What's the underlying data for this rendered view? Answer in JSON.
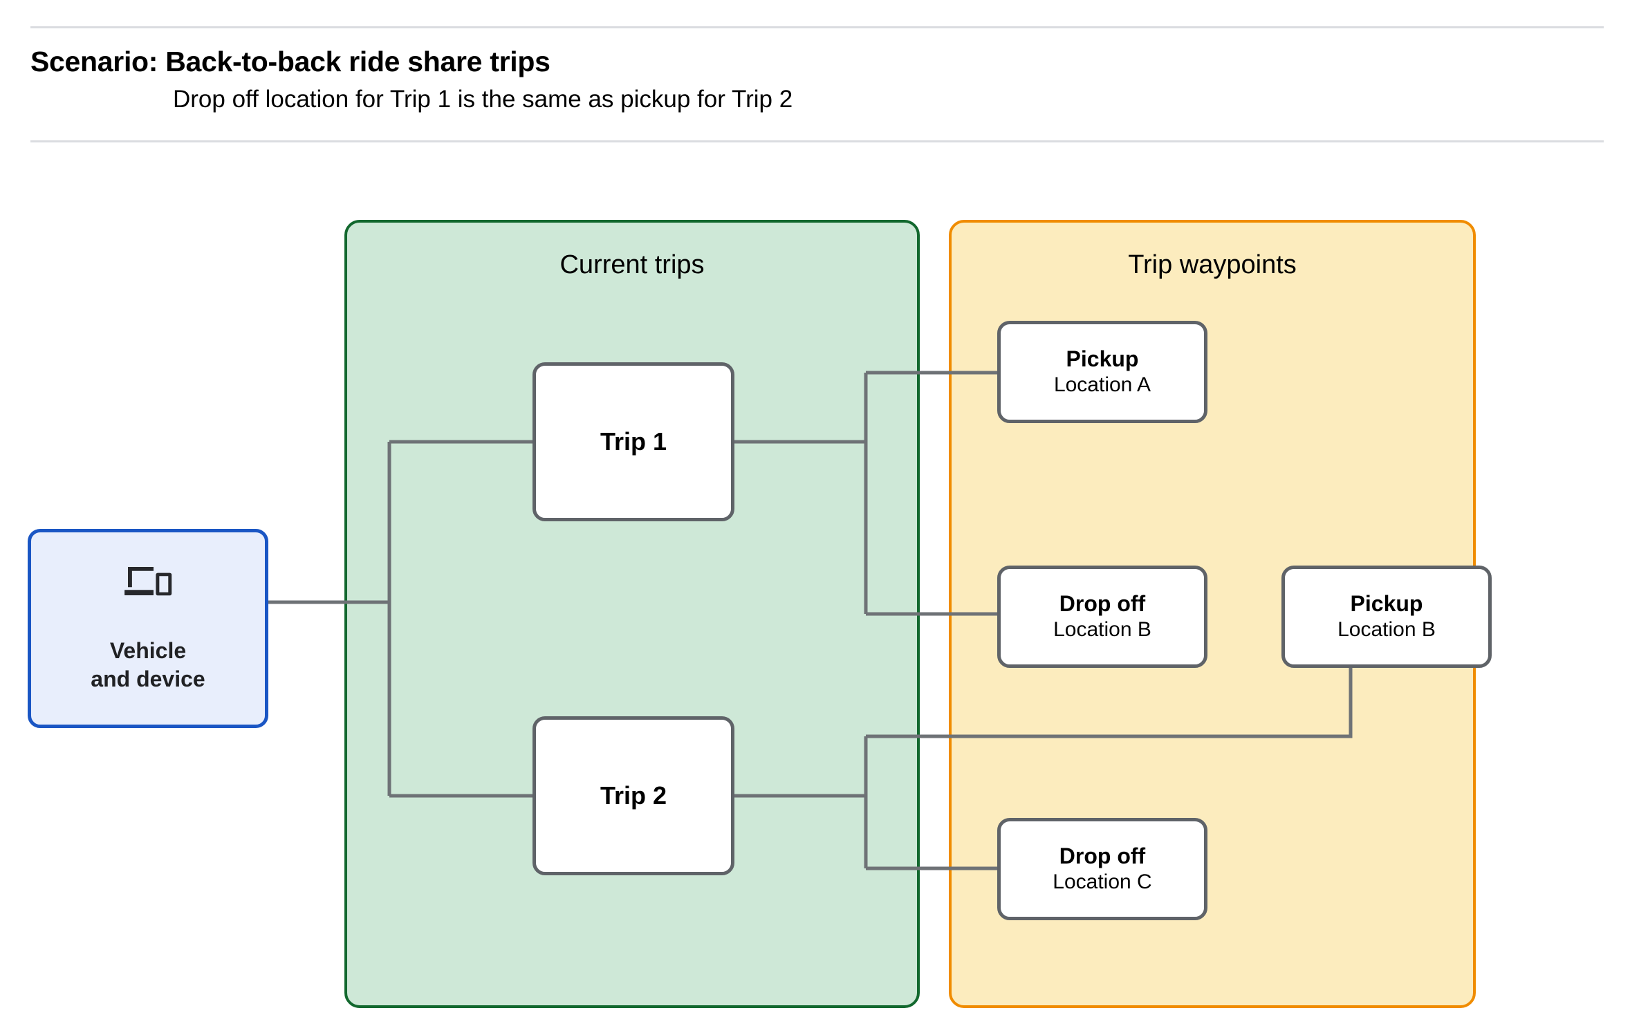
{
  "header": {
    "title": "Scenario: Back-to-back ride share trips",
    "subtitle": "Drop off  location for Trip 1 is the same as pickup for Trip 2"
  },
  "diagram": {
    "type": "flowchart",
    "source_node": {
      "name": "vehicle-and-device",
      "label": "Vehicle\nand device",
      "icon": "devices-icon",
      "fill_color": "#e8eefc",
      "border_color": "#1a56c4"
    },
    "panels": [
      {
        "name": "current-trips",
        "title": "Current trips",
        "fill_color": "#cee8d7",
        "border_color": "#12682e",
        "nodes": [
          {
            "name": "trip-1",
            "title": "Trip 1"
          },
          {
            "name": "trip-2",
            "title": "Trip 2"
          }
        ]
      },
      {
        "name": "trip-waypoints",
        "title": "Trip waypoints",
        "fill_color": "#fcecbe",
        "border_color": "#f08c00",
        "nodes": [
          {
            "name": "pickup-a",
            "title": "Pickup",
            "sub": "Location A"
          },
          {
            "name": "dropoff-b",
            "title": "Drop off",
            "sub": "Location B"
          },
          {
            "name": "pickup-b",
            "title": "Pickup",
            "sub": "Location B"
          },
          {
            "name": "dropoff-c",
            "title": "Drop off",
            "sub": "Location C"
          }
        ]
      }
    ],
    "edges": [
      {
        "from": "vehicle-and-device",
        "to": "trip-1"
      },
      {
        "from": "vehicle-and-device",
        "to": "trip-2"
      },
      {
        "from": "trip-1",
        "to": "pickup-a"
      },
      {
        "from": "trip-1",
        "to": "dropoff-b"
      },
      {
        "from": "trip-2",
        "to": "pickup-b"
      },
      {
        "from": "trip-2",
        "to": "dropoff-c"
      }
    ],
    "connector_color": "#6e7276",
    "node_border_color": "#5f6368",
    "node_fill_color": "#ffffff"
  }
}
